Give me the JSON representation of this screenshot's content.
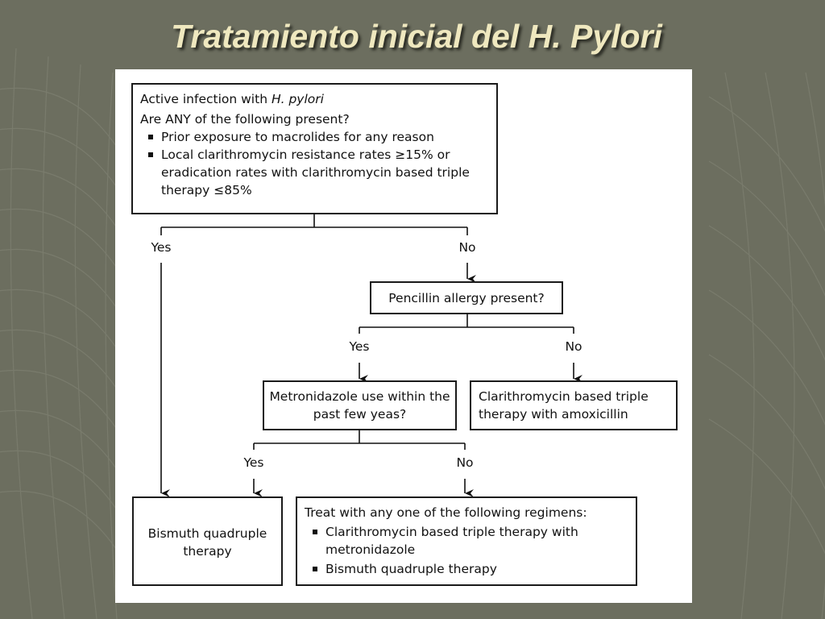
{
  "slide": {
    "title": "Tratamiento inicial del H. Pylori"
  },
  "flowchart": {
    "root": {
      "line1_prefix": "Active infection with ",
      "line1_italic": "H. pylori",
      "question": "Are ANY of the following present?",
      "bullets": [
        "Prior exposure to macrolides for any reason",
        "Local clarithromycin resistance rates ≥15% or eradication rates with clarithromycin based triple therapy ≤85%"
      ]
    },
    "root_yes": "Yes",
    "root_no": "No",
    "penicillin": {
      "text": "Pencillin allergy present?"
    },
    "penicillin_yes": "Yes",
    "penicillin_no": "No",
    "metronidazole": {
      "text": "Metronidazole use within the past few yeas?"
    },
    "metronidazole_yes": "Yes",
    "metronidazole_no": "No",
    "clarithro_amox": {
      "text": "Clarithromycin based triple therapy with amoxicillin"
    },
    "bismuth": {
      "text": "Bismuth quadruple therapy"
    },
    "regimens": {
      "heading": "Treat with any one of the following regimens:",
      "bullets": [
        "Clarithromycin based triple therapy with metronidazole",
        "Bismuth quadruple therapy"
      ]
    }
  }
}
